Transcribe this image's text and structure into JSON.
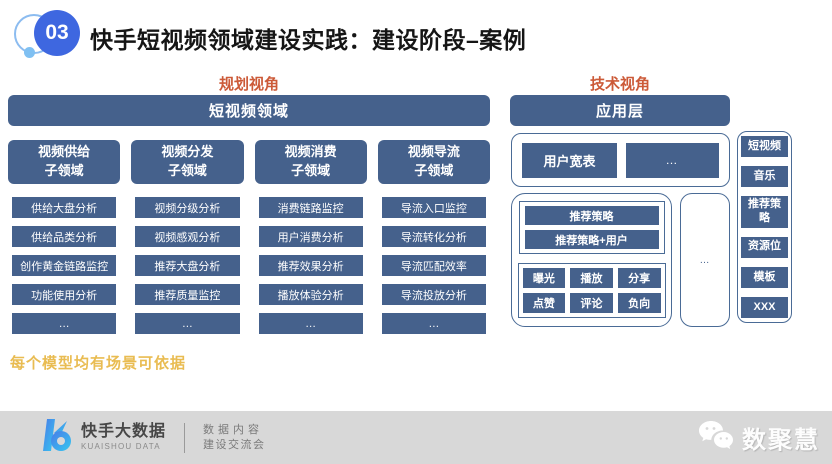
{
  "colors": {
    "slate_blue": "#45618C",
    "outline_blue": "#4A6B96",
    "badge_blue": "#3E67E0",
    "ring_blue": "#8CBCF0",
    "accent_orange": "#CC5A38",
    "note_gold": "#E9BC52",
    "footer_gray": "#D8D8D8"
  },
  "header": {
    "badge": "03",
    "title": "快手短视频领域建设实践：建设阶段–案例"
  },
  "planning": {
    "label": "规划视角",
    "domain": "短视频领域",
    "columns": [
      {
        "title": "视频供给",
        "subtitle": "子领域",
        "items": [
          "供给大盘分析",
          "供给品类分析",
          "创作黄金链路监控",
          "功能使用分析",
          "…"
        ]
      },
      {
        "title": "视频分发",
        "subtitle": "子领域",
        "items": [
          "视频分级分析",
          "视频感观分析",
          "推荐大盘分析",
          "推荐质量监控",
          "…"
        ]
      },
      {
        "title": "视频消费",
        "subtitle": "子领域",
        "items": [
          "消费链路监控",
          "用户消费分析",
          "推荐效果分析",
          "播放体验分析",
          "…"
        ]
      },
      {
        "title": "视频导流",
        "subtitle": "子领域",
        "items": [
          "导流入口监控",
          "导流转化分析",
          "导流匹配效率",
          "导流投放分析",
          "…"
        ]
      }
    ]
  },
  "tech": {
    "label": "技术视角",
    "layer": "应用层",
    "wide_table": "用户宽表",
    "wide_table_more": "…",
    "strategy_bars": [
      "推荐策略",
      "推荐策略+用户"
    ],
    "metrics": [
      "曝光",
      "播放",
      "分享",
      "点赞",
      "评论",
      "负向"
    ],
    "middle_more": "…",
    "right_tiles": [
      "短视频",
      "音乐",
      "推荐策略",
      "资源位",
      "模板",
      "XXX"
    ]
  },
  "note": "每个模型均有场景可依据",
  "footer": {
    "brand_cn": "快手大数据",
    "brand_en": "KUAISHOU DATA",
    "tagline_1": "数据内容",
    "tagline_2": "建设交流会",
    "wechat": "数聚慧"
  }
}
